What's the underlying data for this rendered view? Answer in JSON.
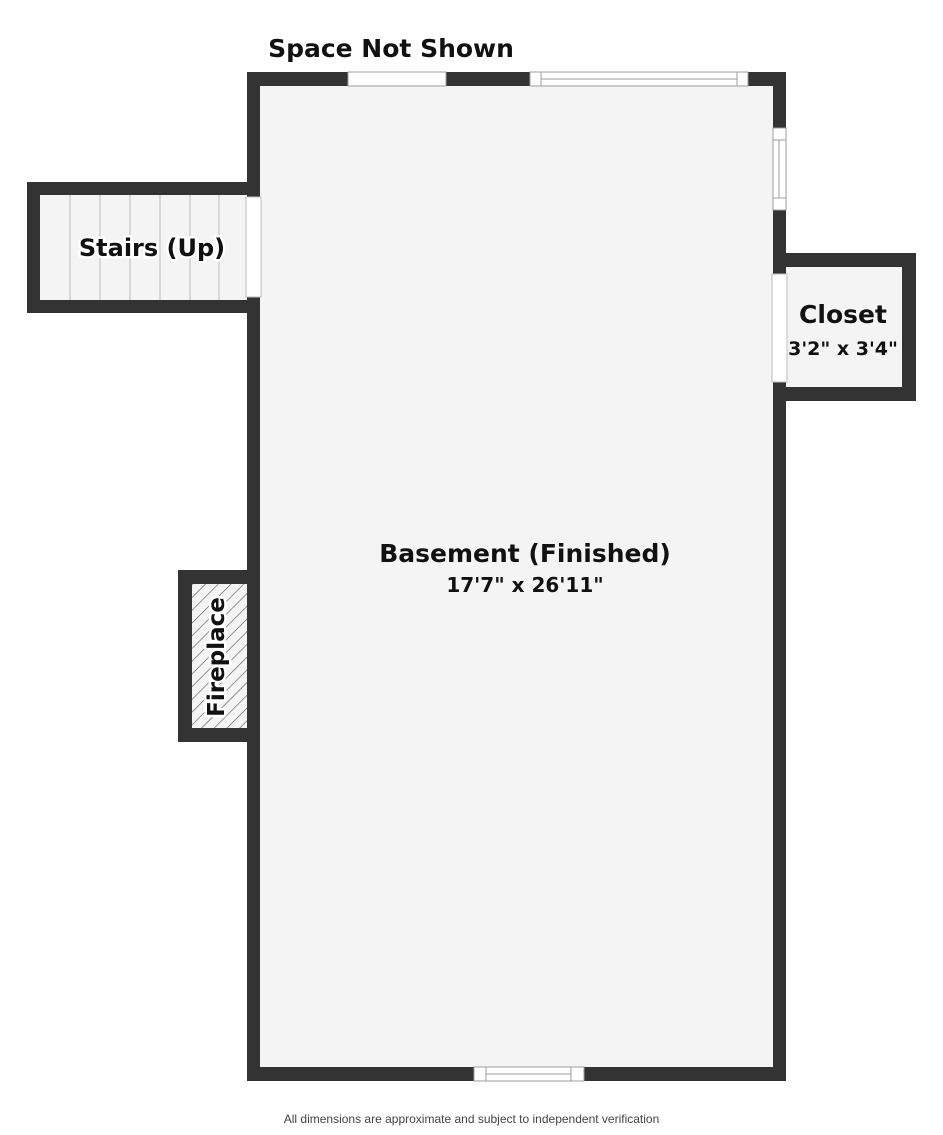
{
  "floor_plan": {
    "top_note": "Space Not Shown",
    "rooms": {
      "basement": {
        "name": "Basement (Finished)",
        "dimensions": "17'7\" x 26'11\""
      },
      "stairs": {
        "name": "Stairs (Up)"
      },
      "closet": {
        "name": "Closet",
        "dimensions": "3'2\" x 3'4\""
      },
      "fireplace": {
        "name": "Fireplace"
      }
    },
    "disclaimer": "All dimensions are approximate and subject to independent verification"
  },
  "colors": {
    "wall": "#333333",
    "floor": "#f4f4f4",
    "window_frame": "#ffffff"
  }
}
